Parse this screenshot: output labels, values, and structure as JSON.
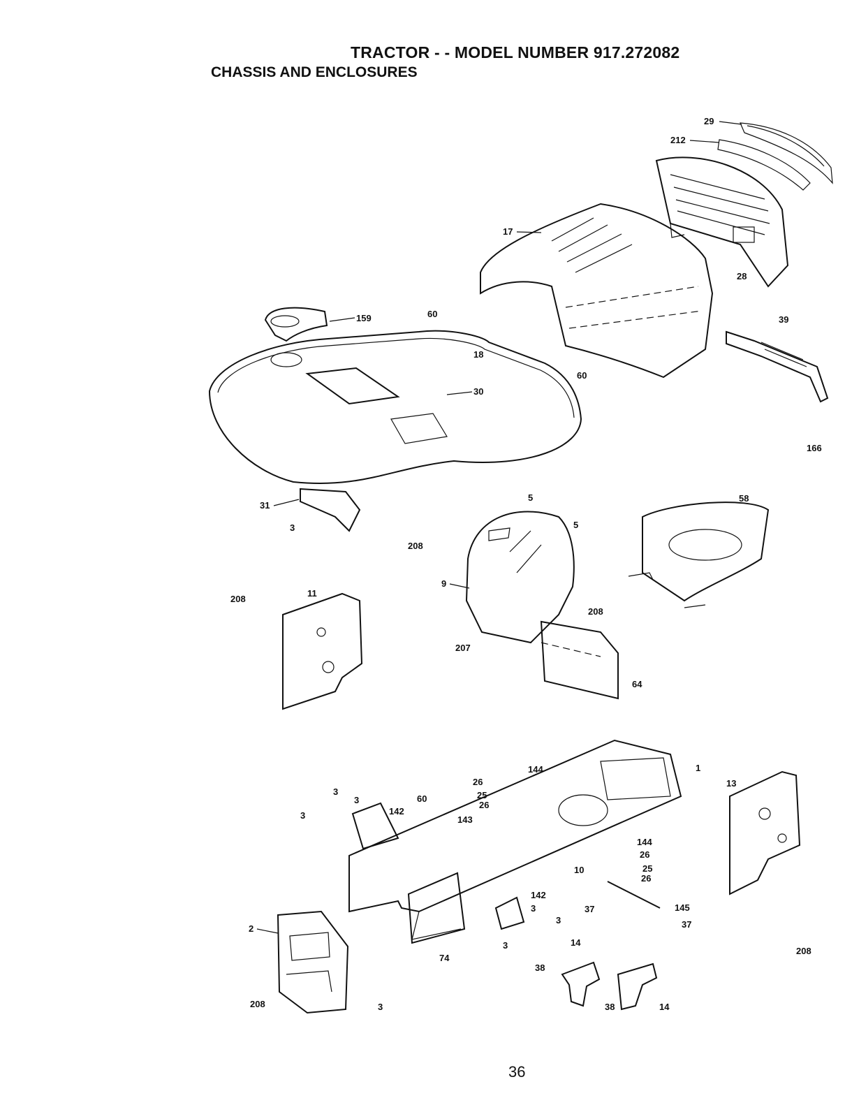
{
  "header": {
    "title": "TRACTOR - - MODEL NUMBER 917.272082",
    "subtitle": "CHASSIS AND ENCLOSURES"
  },
  "footer": {
    "page_number": "36"
  },
  "callouts": [
    "29",
    "212",
    "17",
    "28",
    "159",
    "60",
    "18",
    "39",
    "166",
    "60",
    "30",
    "31",
    "3",
    "5",
    "5",
    "58",
    "208",
    "9",
    "11",
    "208",
    "208",
    "207",
    "64",
    "144",
    "26",
    "25",
    "26",
    "1",
    "13",
    "3",
    "3",
    "3",
    "142",
    "60",
    "143",
    "144",
    "26",
    "25",
    "26",
    "10",
    "142",
    "3",
    "3",
    "3",
    "37",
    "145",
    "37",
    "2",
    "74",
    "14",
    "38",
    "38",
    "14",
    "208",
    "3",
    "208"
  ]
}
